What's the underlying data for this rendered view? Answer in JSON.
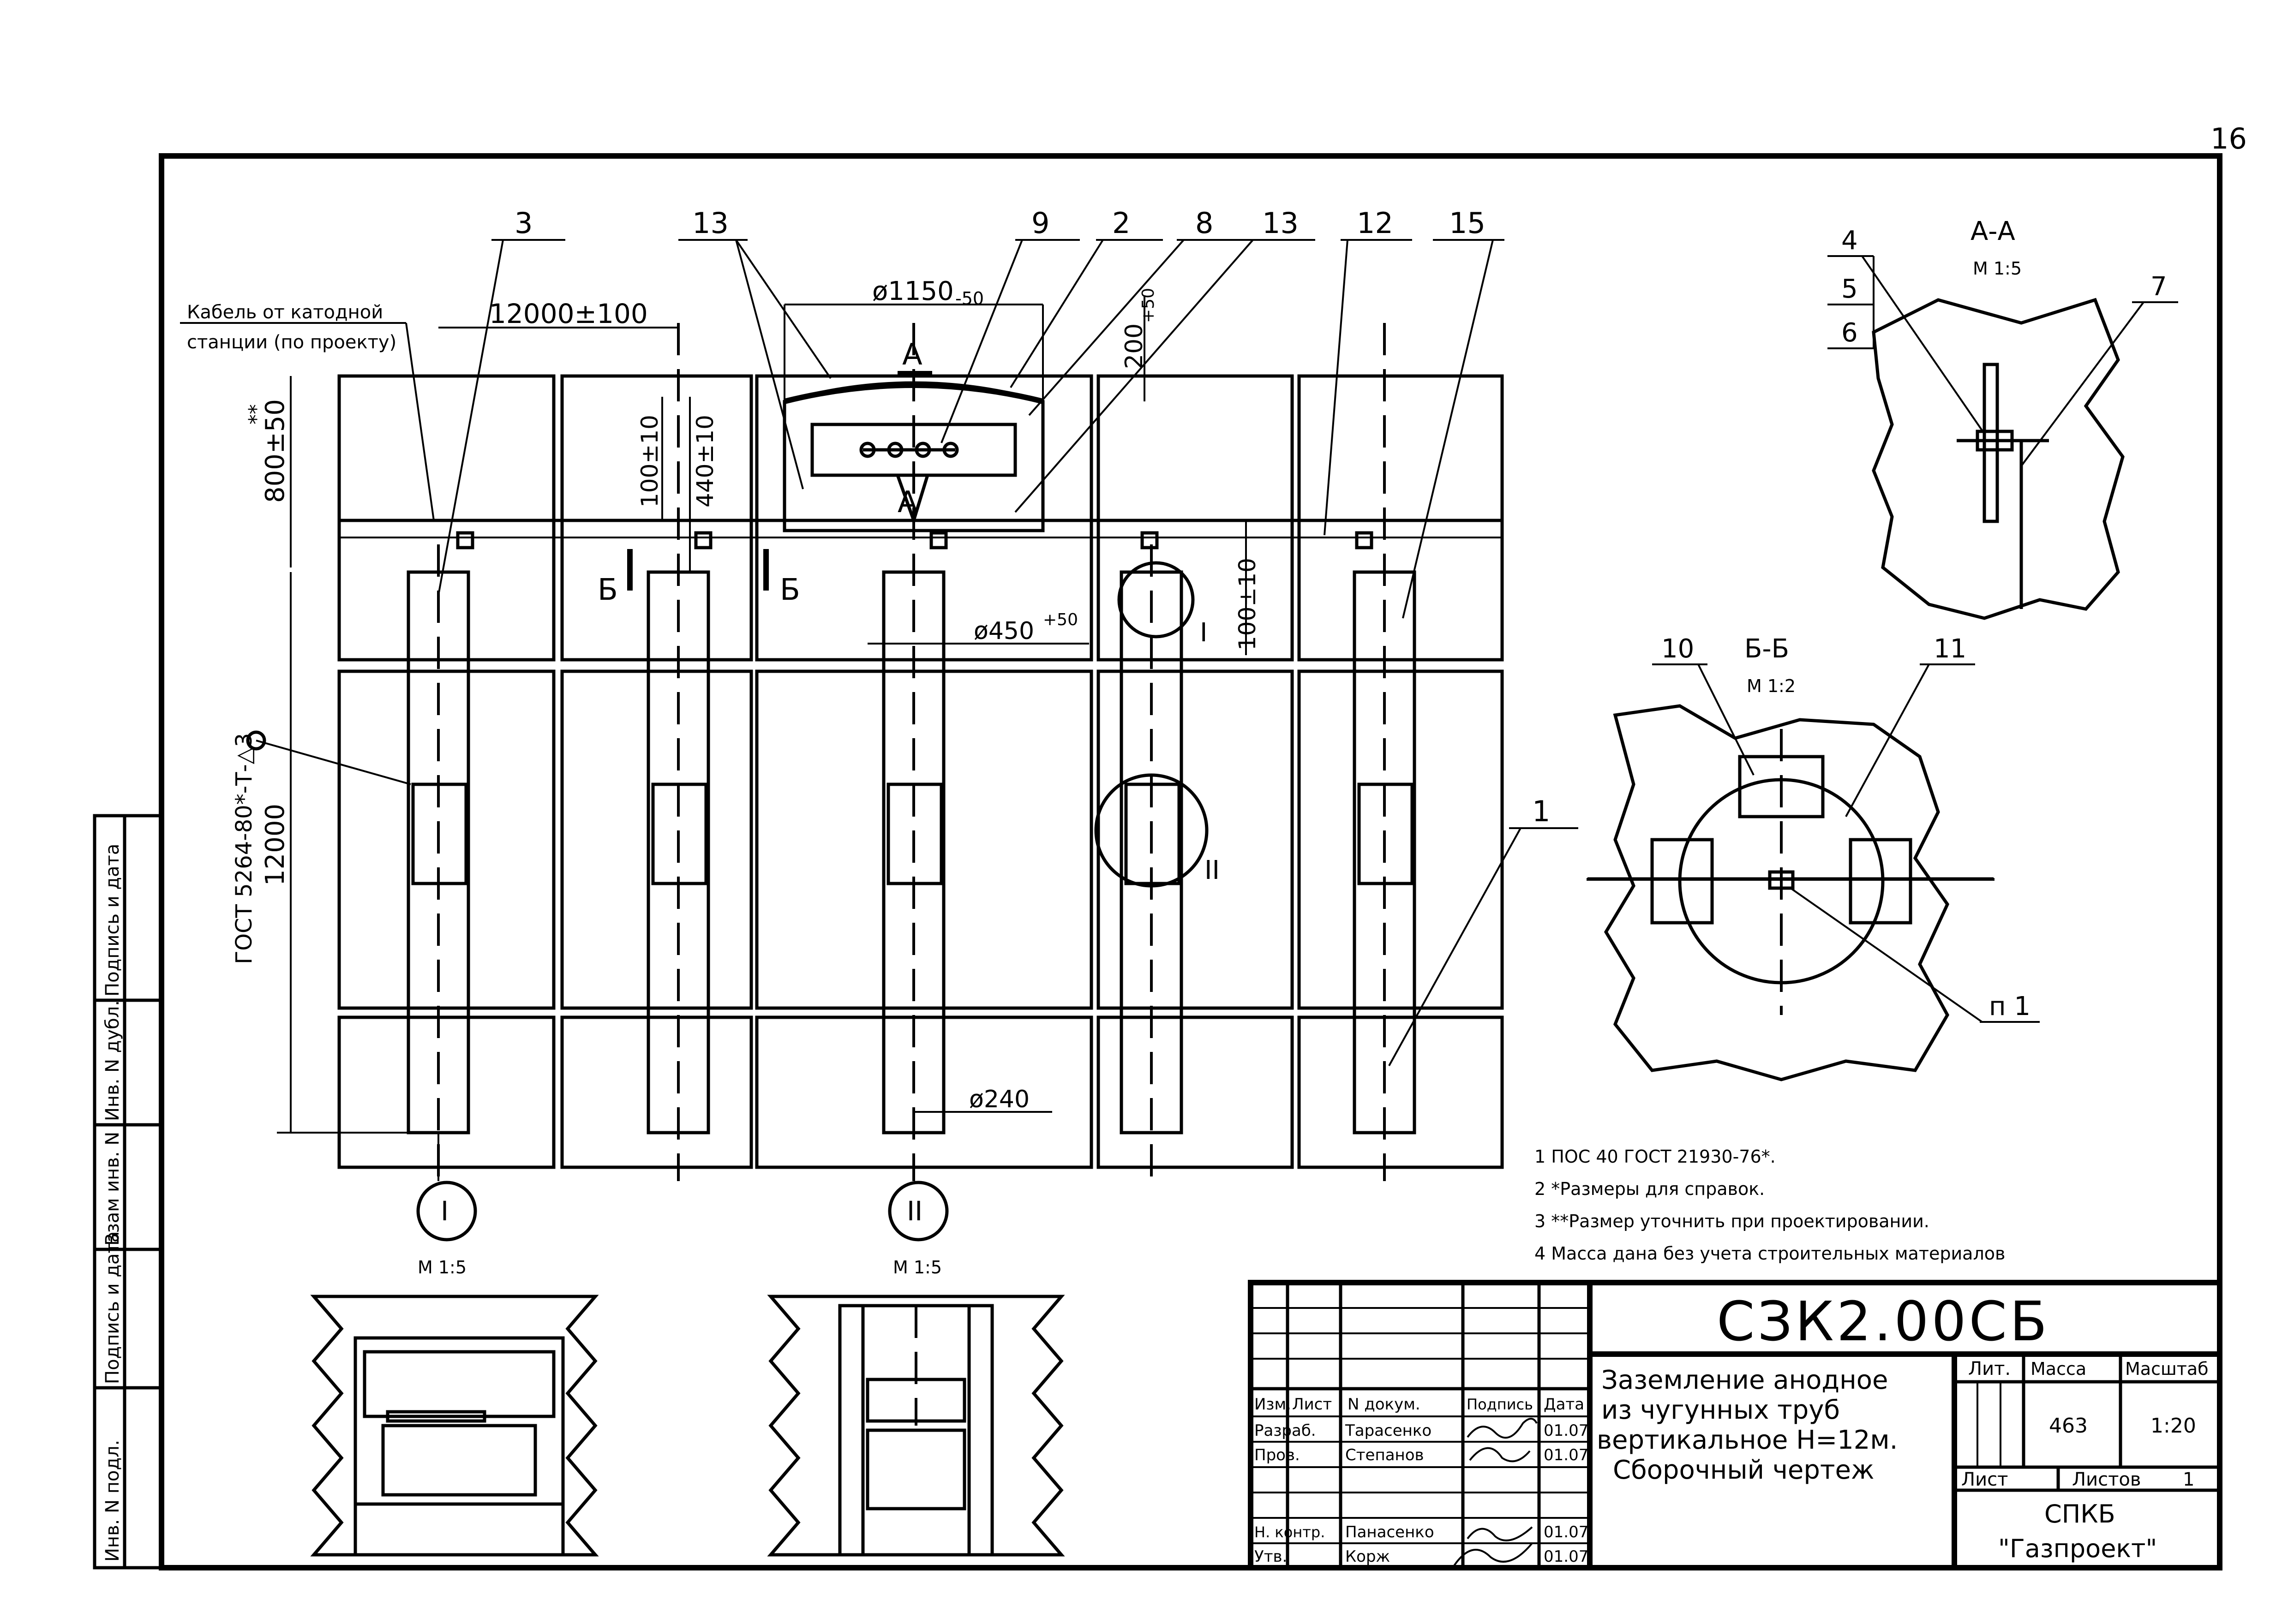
{
  "sheet_number": "16",
  "callouts": [
    "3",
    "13",
    "9",
    "2",
    "8",
    "13",
    "12",
    "15",
    "1",
    "4",
    "5",
    "6",
    "7",
    "10",
    "11",
    "п 1"
  ],
  "dimensions": {
    "pitch": "12000±100",
    "cover_dia": "ø1150",
    "cover_dia_tol": "-50",
    "depth": "800±50",
    "depth_mark": "**",
    "h200": "200",
    "h200_tol": "+50",
    "h100": "100±10",
    "h440": "440±10",
    "hole450": "ø450",
    "hole450_tol": "+50",
    "h100b": "100±10",
    "length": "12000",
    "pipe240": "ø240",
    "gost_weld": "ГОСТ 5264-80*-Т-△3"
  },
  "cable_label": {
    "line1": "Кабель от катодной",
    "line2": "станции (по проекту)"
  },
  "sections": {
    "aa_title": "А-А",
    "aa_scale": "М 1:5",
    "bb_title": "Б-Б",
    "bb_scale": "М 1:2",
    "a_mark": "А",
    "b_mark": "Б",
    "view1": "I",
    "view2": "II",
    "view_scale": "М 1:5"
  },
  "notes": [
    "1 ПОС 40 ГОСТ 21930-76*.",
    "2 *Размеры для справок.",
    "3 **Размер уточнить при проектировании.",
    "4 Масса дана без учета строительных материалов"
  ],
  "title_block": {
    "code": "СЗК2.00СБ",
    "title_lines": [
      "Заземление анодное",
      "из чугунных труб",
      "вертикальное Н=12м.",
      "Сборочный чертеж"
    ],
    "col_headers": [
      "Изм.",
      "Лист",
      "N докум.",
      "Подпись",
      "Дата"
    ],
    "rows": [
      {
        "role": "Разраб.",
        "name": "Тарасенко",
        "date": "01.07"
      },
      {
        "role": "Пров.",
        "name": "Степанов",
        "date": "01.07"
      },
      {
        "role": "Н. контр.",
        "name": "Панасенко",
        "date": "01.07"
      },
      {
        "role": "Утв.",
        "name": "Корж",
        "date": "01.07"
      }
    ],
    "lit_label": "Лит.",
    "mass_label": "Масса",
    "scale_label": "Масштаб",
    "mass": "463",
    "scale": "1:20",
    "sheet_label": "Лист",
    "sheets_label": "Листов",
    "sheets": "1",
    "org_line1": "СПКБ",
    "org_line2": "\"Газпроект\""
  },
  "side_stamp": [
    "Инв. N подл.",
    "Подпись и дата",
    "Взам инв. N",
    "Инв. N дубл.",
    "Подпись и дата"
  ]
}
